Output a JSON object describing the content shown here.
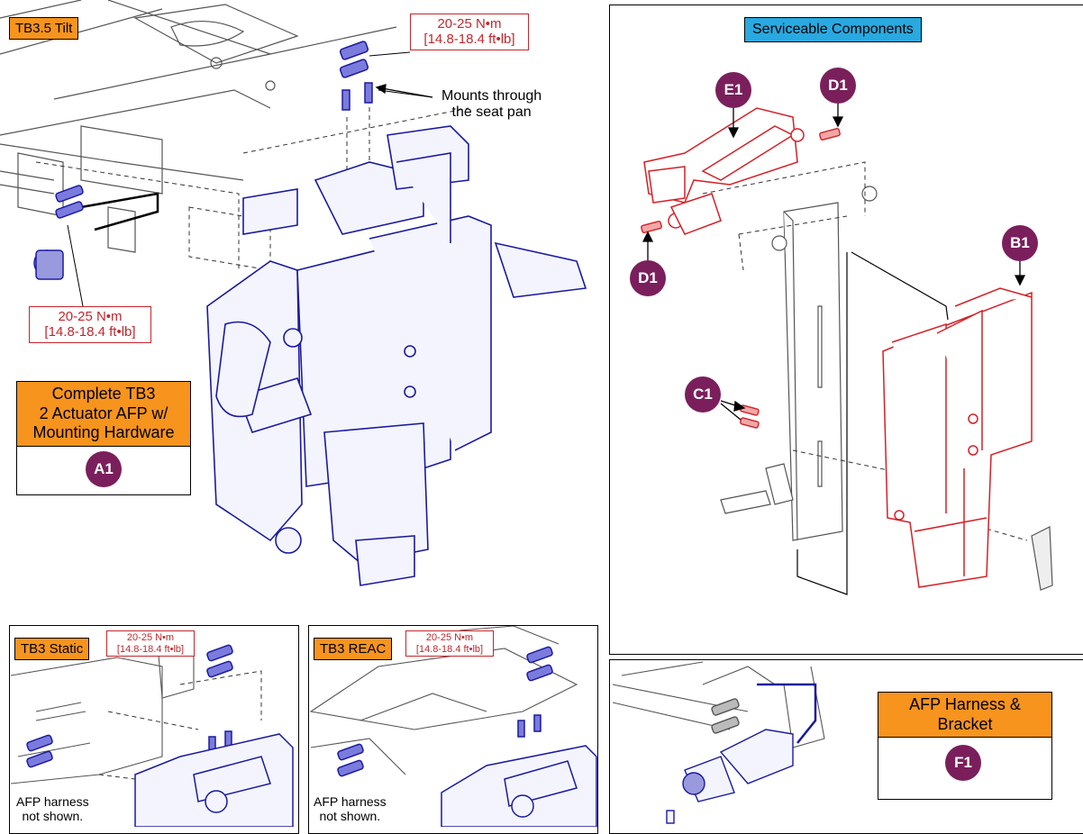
{
  "main": {
    "tilt_tag": "TB3.5 Tilt",
    "torque_top": {
      "line1": "20-25 N•m",
      "line2": "[14.8-18.4 ft•lb]"
    },
    "torque_left": {
      "line1": "20-25 N•m",
      "line2": "[14.8-18.4 ft•lb]"
    },
    "mount_note": {
      "line1": "Mounts through",
      "line2": "the seat pan"
    },
    "part_a": {
      "line1": "Complete TB3",
      "line2": "2 Actuator AFP w/",
      "line3": "Mounting Hardware",
      "badge": "A1"
    }
  },
  "serviceable": {
    "title": "Serviceable Components",
    "badges": {
      "e1": "E1",
      "d1_top": "D1",
      "d1_left": "D1",
      "b1": "B1",
      "c1": "C1"
    }
  },
  "static_panel": {
    "tag": "TB3 Static",
    "torque": {
      "line1": "20-25 N•m",
      "line2": "[14.8-18.4 ft•lb]"
    },
    "note": {
      "line1": "AFP harness",
      "line2": "not shown."
    }
  },
  "reac_panel": {
    "tag": "TB3 REAC",
    "torque": {
      "line1": "20-25 N•m",
      "line2": "[14.8-18.4 ft•lb]"
    },
    "note": {
      "line1": "AFP harness",
      "line2": "not shown."
    }
  },
  "harness_panel": {
    "title_line1": "AFP Harness &",
    "title_line2": "Bracket",
    "badge": "F1"
  },
  "colors": {
    "tag_orange": "#f7941d",
    "tag_blue": "#29a9e0",
    "torque_red": "#c1272d",
    "badge_purple": "#7a1f5c",
    "part_blue": "#1a1aa0",
    "part_red": "#d42027"
  }
}
